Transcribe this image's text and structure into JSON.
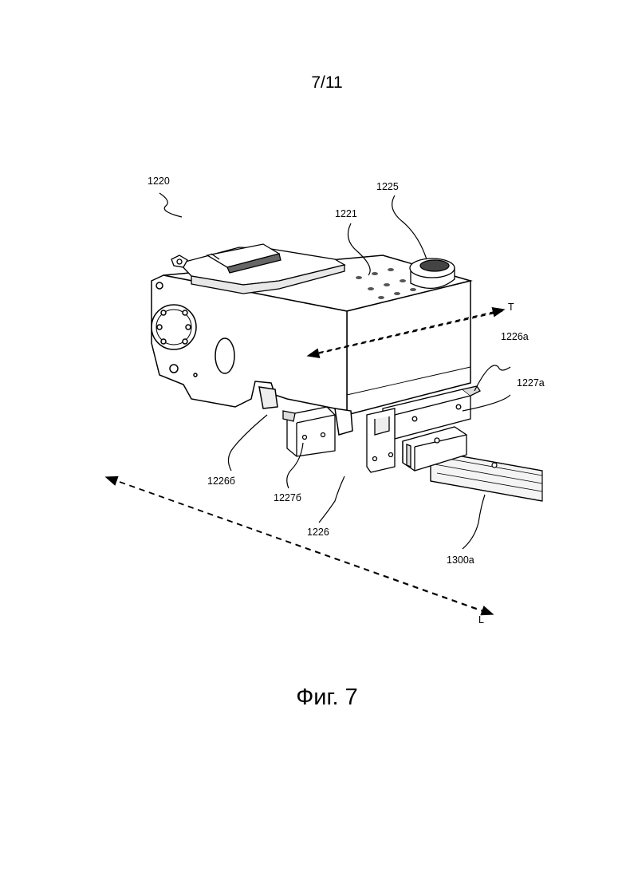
{
  "sheet": {
    "number": "7/11"
  },
  "figure": {
    "caption": "Фиг. 7",
    "labels": {
      "assembly": "1220",
      "housing_top": "1221",
      "knob": "1225",
      "guide_assembly": "1226",
      "guide_a": "1226a",
      "guide_b": "1226б",
      "carriage_a": "1227a",
      "carriage_b": "1227б",
      "rail": "1300a"
    },
    "axes": {
      "transverse": "T",
      "longitudinal": "L"
    }
  }
}
